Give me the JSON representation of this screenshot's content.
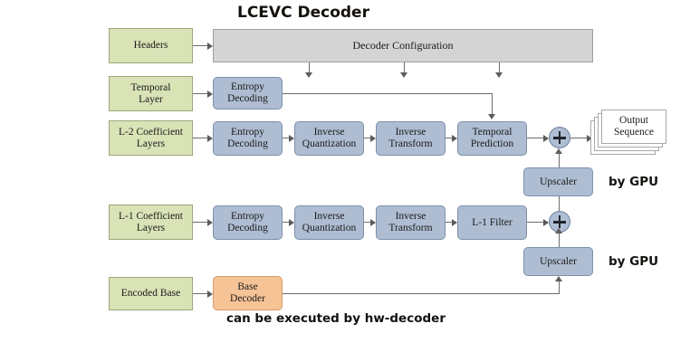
{
  "title": "LCEVC Decoder",
  "palette": {
    "source_green": "#d9e3b6",
    "process_blue": "#aebdd2",
    "config_grey": "#d4d4d4",
    "base_orange": "#f6c396",
    "page_white": "#ffffff",
    "connector": "#6d6d6d",
    "text": "#1a1a1a",
    "background": "#ffffff"
  },
  "nodes": {
    "headers": "Headers",
    "decoder_configuration": "Decoder Configuration",
    "temporal_layer_line1": "Temporal",
    "temporal_layer_line2": "Layer",
    "temporal_entropy_line1": "Entropy",
    "temporal_entropy_line2": "Decoding",
    "l2_layers_line1": "L-2 Coefficient",
    "l2_layers_line2": "Layers",
    "l2_entropy_line1": "Entropy",
    "l2_entropy_line2": "Decoding",
    "l2_inverse_quant_line1": "Inverse",
    "l2_inverse_quant_line2": "Quantization",
    "l2_inverse_transform_line1": "Inverse",
    "l2_inverse_transform_line2": "Transform",
    "temporal_prediction_line1": "Temporal",
    "temporal_prediction_line2": "Prediction",
    "output_sequence_line1": "Output",
    "output_sequence_line2": "Sequence",
    "upscaler_top": "Upscaler",
    "upscaler_bottom": "Upscaler",
    "l1_layers_line1": "L-1 Coefficient",
    "l1_layers_line2": "Layers",
    "l1_entropy_line1": "Entropy",
    "l1_entropy_line2": "Decoding",
    "l1_inverse_quant_line1": "Inverse",
    "l1_inverse_quant_line2": "Quantization",
    "l1_inverse_transform_line1": "Inverse",
    "l1_inverse_transform_line2": "Transform",
    "l1_filter": "L-1 Filter",
    "encoded_base": "Encoded Base",
    "base_decoder_line1": "Base",
    "base_decoder_line2": "Decoder"
  },
  "annotations": {
    "gpu_top": "by GPU",
    "gpu_bottom": "by GPU",
    "hw_decoder_note": "can be executed by hw-decoder"
  }
}
